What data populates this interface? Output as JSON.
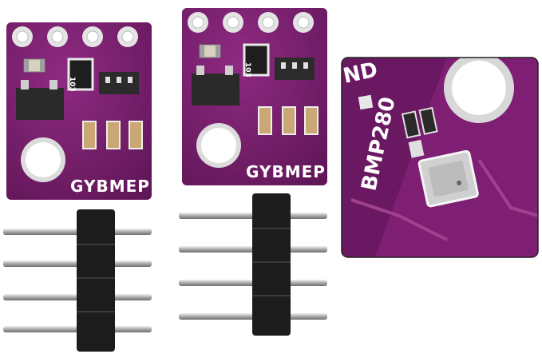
{
  "boards": [
    {
      "silk_text": "GYBMEP",
      "chip_text": "103"
    },
    {
      "silk_text": "GYBMEP",
      "chip_text": "103"
    }
  ],
  "closeup": {
    "chip_label": "BMP280",
    "edge_text": "ND"
  },
  "colors": {
    "pcb": "#7a1f6e",
    "pcb_dark": "#5b1252",
    "pad": "#e4e4e4",
    "header_plastic": "#1c1c1c",
    "pin": "#bfbfbf",
    "component": "#2a2a2a"
  }
}
